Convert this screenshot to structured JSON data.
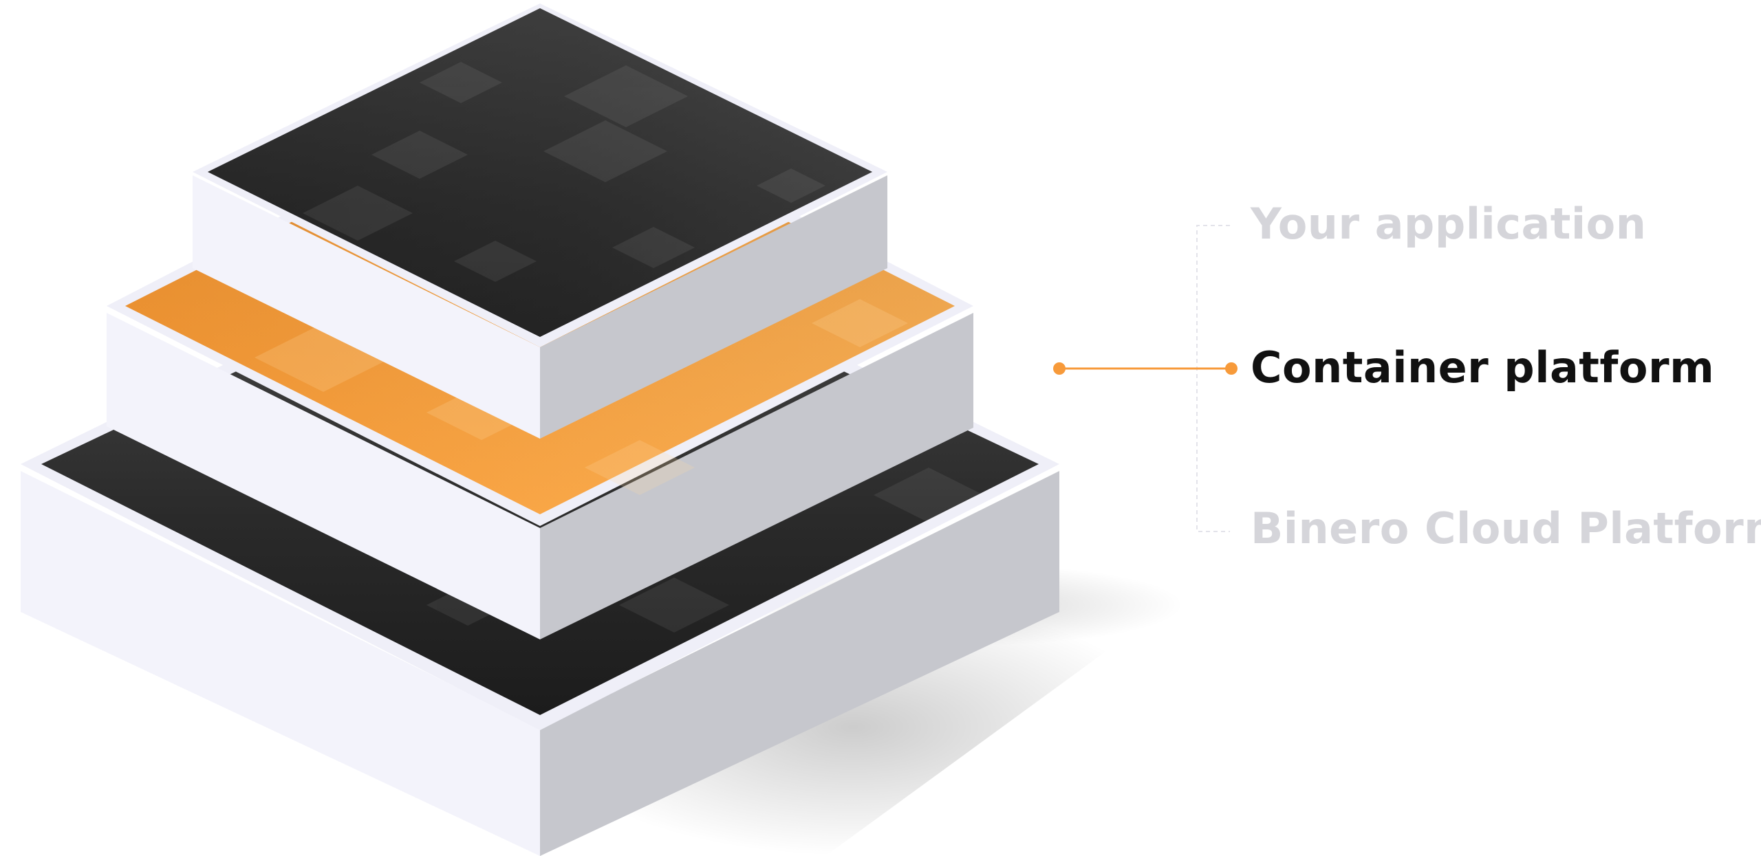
{
  "layers": [
    {
      "label": "Your application",
      "state": "inactive",
      "surface": "dark"
    },
    {
      "label": "Container platform",
      "state": "active",
      "surface": "orange"
    },
    {
      "label": "Binero Cloud Platform",
      "state": "inactive",
      "surface": "dark"
    }
  ],
  "colors": {
    "accent": "#f79a3a",
    "active_text": "#111111",
    "inactive_text": "#d5d5da",
    "dark_surface": "#2b2b2b",
    "light_side": "#f3f3fb",
    "shaded_side": "#c6c7cd"
  }
}
